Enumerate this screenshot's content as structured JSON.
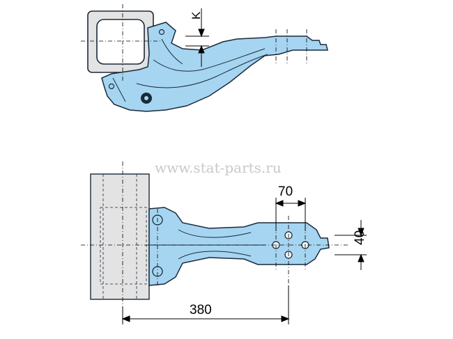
{
  "watermark": "www.stat-parts.ru",
  "dimensions": {
    "k_label": "K",
    "hole_spacing": "70",
    "hole_offset": "40",
    "length": "380"
  },
  "colors": {
    "part_fill": "#a6d5f1",
    "part_stroke": "#1a2a3a",
    "frame_fill": "#e3e3e3",
    "line": "#000000"
  }
}
